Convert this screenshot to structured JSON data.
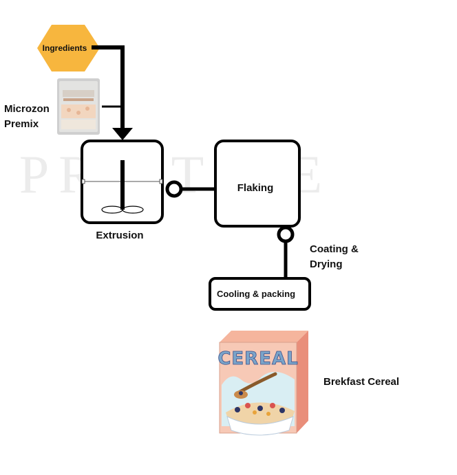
{
  "watermark": "PRISTINE",
  "nodes": {
    "ingredients": "Ingredients",
    "premix_line1": "Microzon",
    "premix_line2": "Premix",
    "extrusion": "Extrusion",
    "flaking": "Flaking",
    "coating_line1": "Coating &",
    "coating_line2": "Drying",
    "cooling": "Cooling & packing",
    "product": "Brekfast Cereal"
  },
  "cereal_box": {
    "logo_text": "CEREAL"
  },
  "colors": {
    "ingredients_hexagon": "#f7b63e",
    "line": "#000000",
    "watermark": "#e8e8e8",
    "box_front": "#f7c9b6",
    "box_side": "#e98e7a"
  },
  "icons": {
    "premix_pack": "powder-pouch-image",
    "cereal_box": "cereal-box-image",
    "mixer": "extruder-mixer-icon"
  }
}
